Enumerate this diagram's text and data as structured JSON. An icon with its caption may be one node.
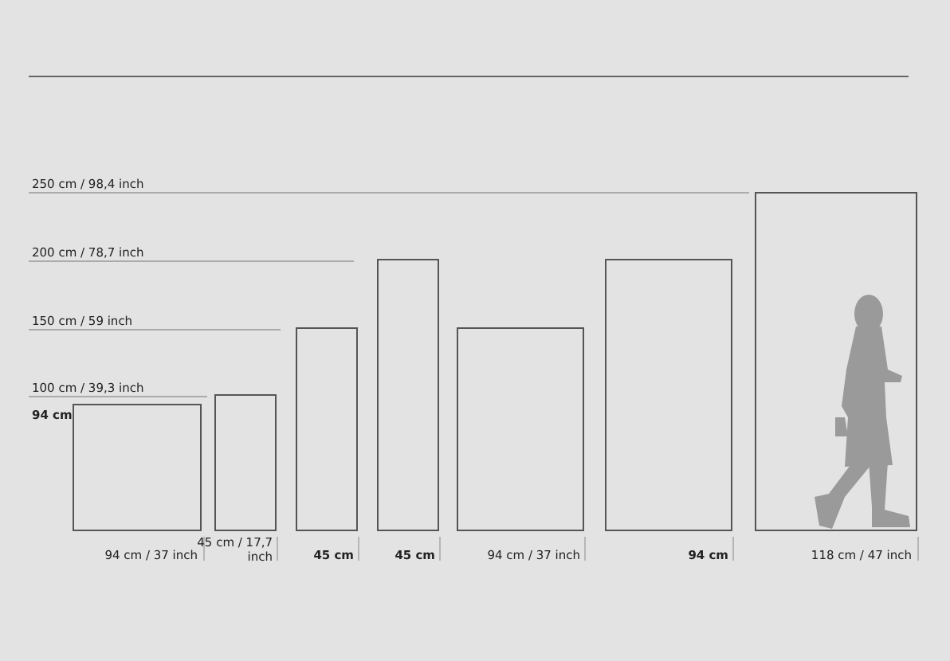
{
  "diagram": {
    "labels": [
      "250 cm / 98,4 inch",
      "200 cm / 78,7 inch",
      "150 cm / 59 inch",
      "100 cm / 39,3 inch",
      "94 cm",
      "94 cm / 37 inch",
      "45 cm / 17,7 inch",
      "45 cm",
      "45 cm",
      "94 cm / 37 inch",
      "94 cm",
      "118 cm / 47 inch"
    ]
  }
}
